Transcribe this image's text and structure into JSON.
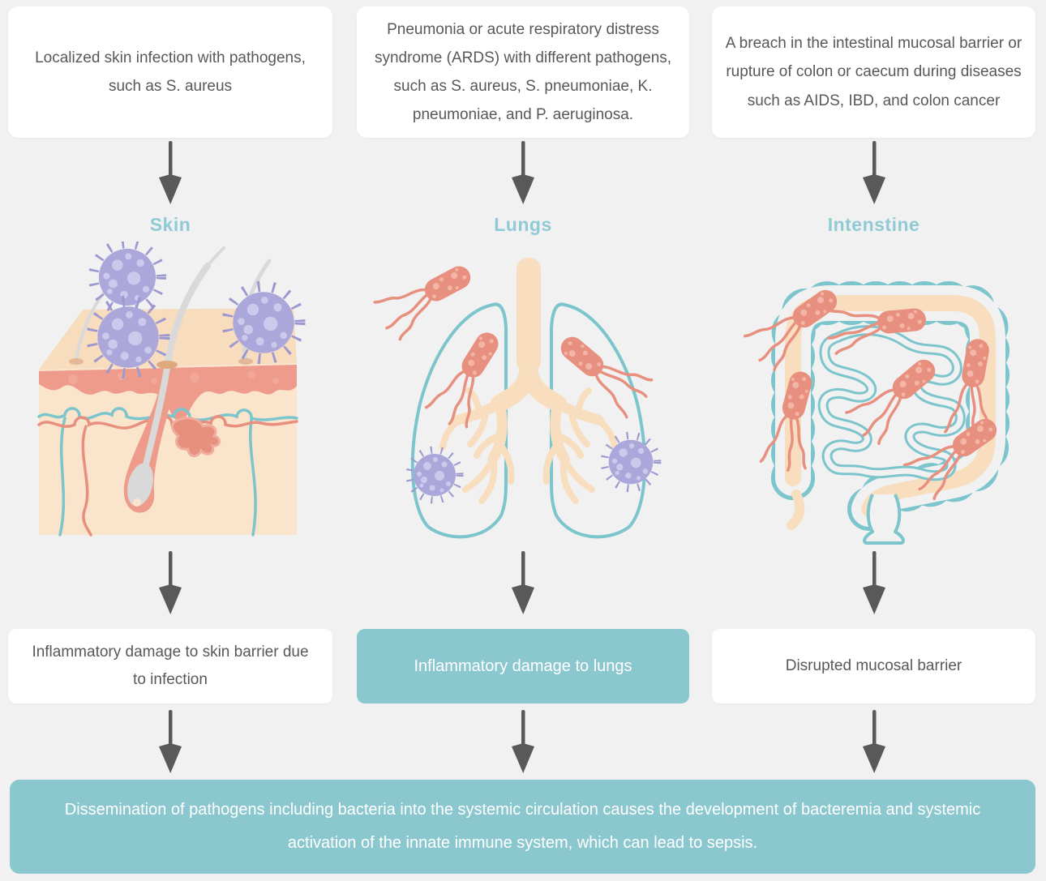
{
  "palette": {
    "page_bg": "#F1F1F2",
    "card_bg": "#FFFFFF",
    "teal_fill": "#8BC7CE",
    "organ_label_color": "#90CAD5",
    "body_text": "#58585A",
    "arrow": "#595959",
    "illustration": {
      "teal_outline": "#7CC5CD",
      "peach": "#F8DDBF",
      "skin_top": "#F7DCBE",
      "skin_front": "#FAE4CC",
      "dermis_pink": "#EE9B8C",
      "bacteria_salmon": "#E8907F",
      "bacteria_spot": "#F3B5A6",
      "virus_purple": "#ABA7DA",
      "virus_spot": "#CDC9EC",
      "hair_gray": "#D9D9D9"
    }
  },
  "icons": {
    "down_arrow": "down-arrow-icon",
    "bacteria": "bacteria-rod-icon",
    "virus": "virus-particle-icon"
  },
  "columns": [
    {
      "id": "skin",
      "top_box": "Localized skin infection with pathogens, such as S. aureus",
      "label": "Skin",
      "illustration": "skin-cross-section-with-pathogens",
      "result": "Inflammatory damage to skin barrier due to infection",
      "result_style": "white"
    },
    {
      "id": "lungs",
      "top_box": "Pneumonia or acute respiratory distress syndrome (ARDS) with different pathogens, such as S. aureus, S. pneumoniae, K. pneumoniae, and P. aeruginosa.",
      "label": "Lungs",
      "illustration": "lungs-with-pathogens",
      "result": "Inflammatory damage to lungs",
      "result_style": "teal"
    },
    {
      "id": "intestine",
      "top_box": "A breach in the intestinal mucosal barrier or rupture of colon or caecum during diseases such as AIDS, IBD, and colon cancer",
      "label": "Intenstine",
      "illustration": "intestines-with-pathogens",
      "result": "Disrupted mucosal barrier",
      "result_style": "white"
    }
  ],
  "footer": {
    "text": "Dissemination of pathogens including bacteria into the systemic circulation causes the development of bacteremia and systemic activation of the innate immune system, which can lead to sepsis."
  }
}
